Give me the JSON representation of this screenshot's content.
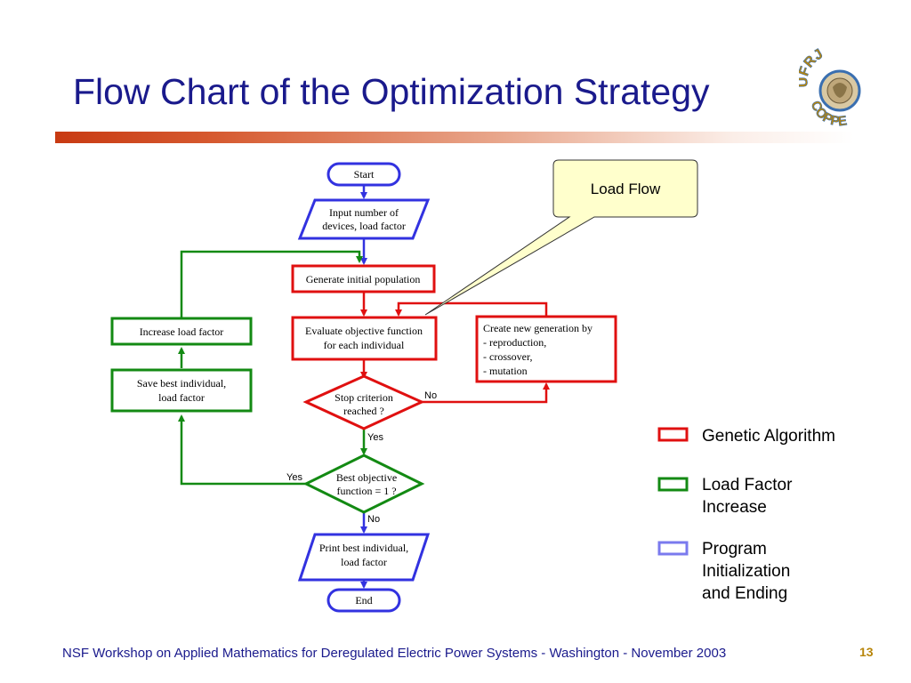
{
  "slide": {
    "title": "Flow Chart of the Optimization Strategy",
    "footer": "NSF Workshop on Applied Mathematics for Deregulated Electric Power Systems - Washington - November 2003",
    "page_number": "13",
    "logo": {
      "top_text": "UFRJ",
      "bottom_text": "COPPE",
      "icon": "ufrj-coppe-logo"
    }
  },
  "colors": {
    "genetic": "#e01010",
    "load_factor": "#138a13",
    "program": "#3232e0",
    "title": "#1a1a8c",
    "callout_fill": "#ffffcc"
  },
  "flow": {
    "start": "Start",
    "input_line1": "Input number of",
    "input_line2": "devices, load factor",
    "generate": "Generate initial population",
    "evaluate_line1": "Evaluate objective function",
    "evaluate_line2": "for each individual",
    "create_line1": "Create new generation by",
    "create_line2": "- reproduction,",
    "create_line3": "- crossover,",
    "create_line4": "- mutation",
    "stop_line1": "Stop criterion",
    "stop_line2": "reached ?",
    "best_line1": "Best objective",
    "best_line2": "function = 1 ?",
    "increase": "Increase load factor",
    "save_line1": "Save best individual,",
    "save_line2": "load factor",
    "print_line1": "Print best individual,",
    "print_line2": "load factor",
    "end": "End",
    "no_label_stop": "No",
    "yes_label_stop": "Yes",
    "yes_label_best": "Yes",
    "no_label_best": "No"
  },
  "callout": {
    "text": "Load Flow"
  },
  "legend": [
    {
      "line1": "Genetic Algorithm",
      "line2": "",
      "line3": "",
      "color": "#e01010"
    },
    {
      "line1": "Load Factor",
      "line2": "Increase",
      "line3": "",
      "color": "#138a13"
    },
    {
      "line1": "Program",
      "line2": "Initialization",
      "line3": "and Ending",
      "color": "#7a7aee"
    }
  ]
}
